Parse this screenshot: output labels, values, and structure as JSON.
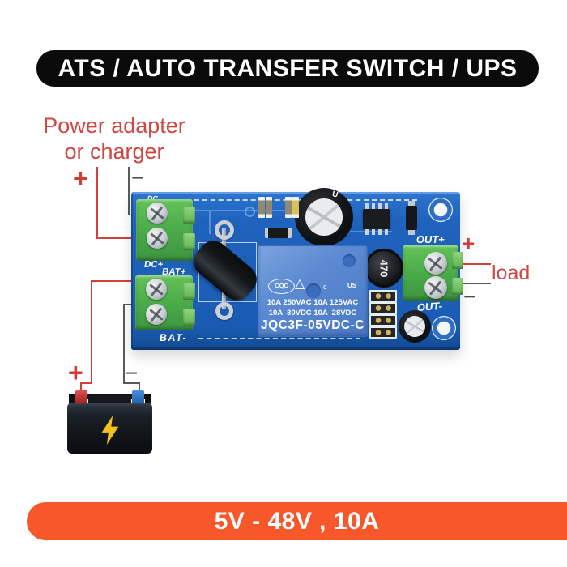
{
  "title_banner": {
    "label": "ATS / AUTO TRANSFER SWITCH / UPS"
  },
  "spec_banner": {
    "label": "5V - 48V , 10A"
  },
  "annotations": {
    "power_adapter_line1": "Power adapter",
    "power_adapter_line2": "or charger",
    "load_label": "load",
    "plus": "+",
    "minus": "−"
  },
  "pcb": {
    "silkscreen": {
      "dc": "DC",
      "dc_plus": "DC+",
      "bat_plus": "BAT+",
      "bat_minus": "BAT-",
      "out_plus": "OUT+",
      "out_minus": "OUT-"
    },
    "relay": {
      "logo": "CQC",
      "cert_triangle": "△",
      "cert_c": "c",
      "cert_us": "US",
      "ratings_line1": "10A 250VAC 10A 125VAC",
      "ratings_line2": "10A  30VDC 10A  28VDC",
      "model": "JQC3F-05VDC-C"
    },
    "inductor_value": "470",
    "capacitor_mark": "U"
  },
  "colors": {
    "accent_orange": "#f8562b",
    "annotation_red": "#cf4742",
    "wire_red": "#d2403a",
    "wire_dark": "#5a5a5a",
    "pcb_blue": "#1f63bd",
    "relay_blue": "#5b8ad2",
    "terminal_green": "#49a948"
  }
}
